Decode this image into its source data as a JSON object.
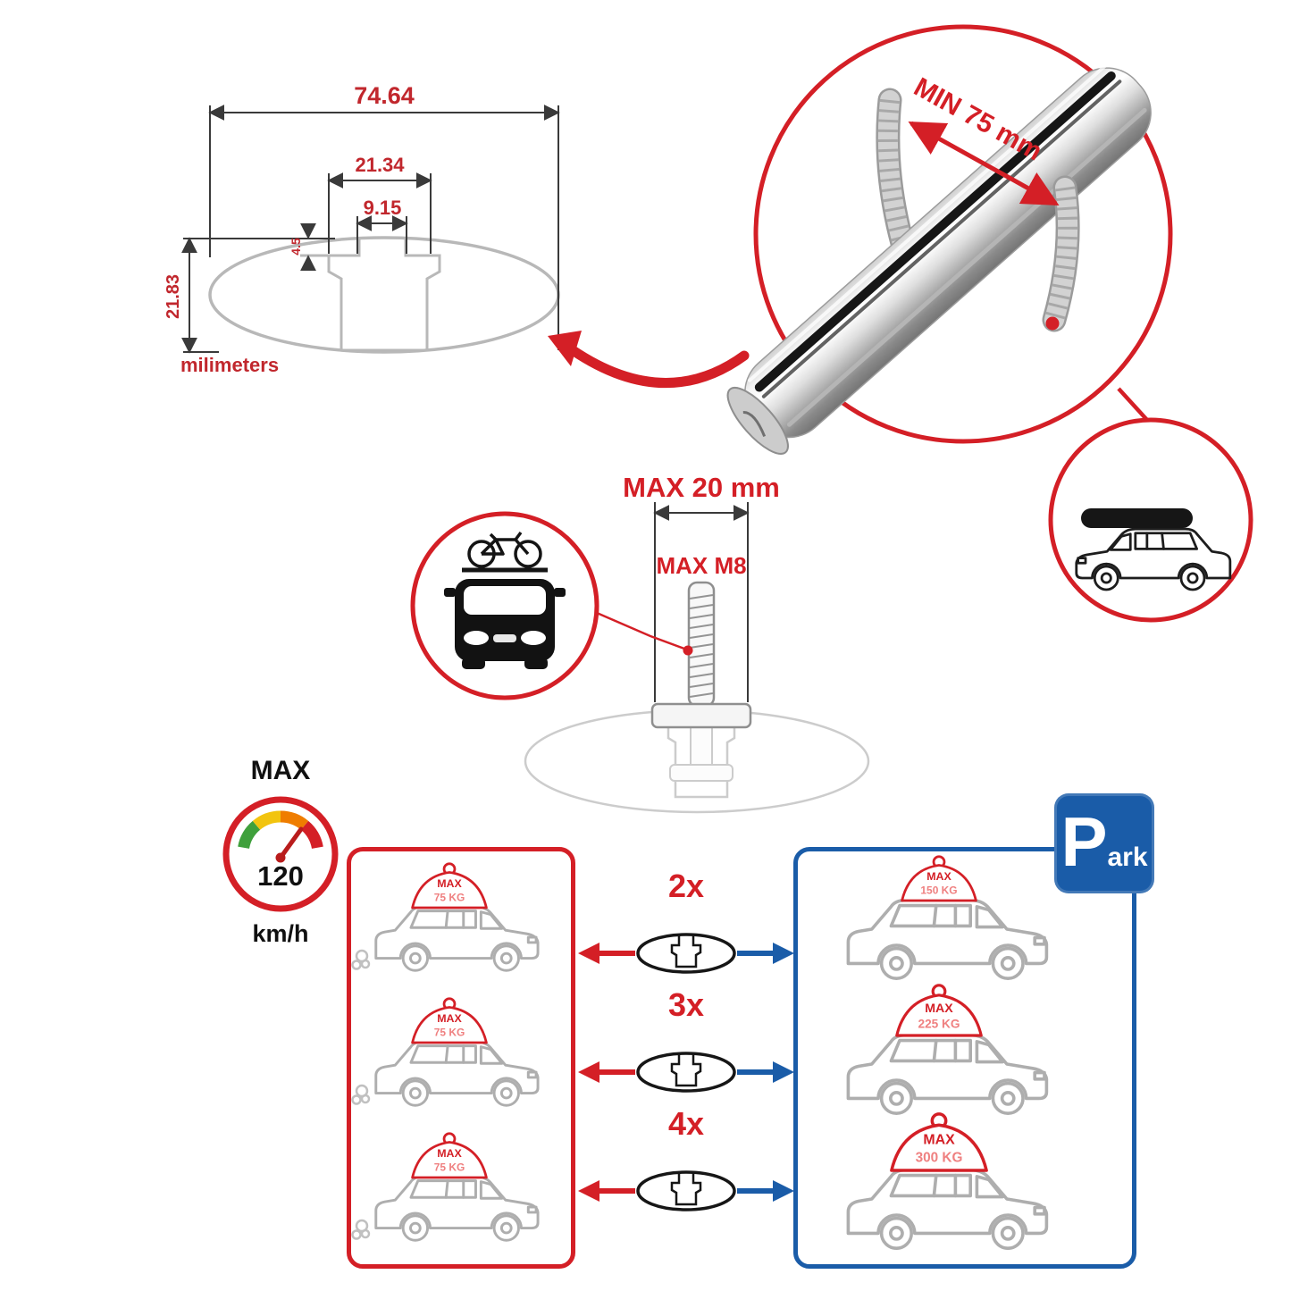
{
  "cross_section": {
    "dim_outer_width": "74.64",
    "dim_mid_width": "21.34",
    "dim_slot_width": "9.15",
    "dim_slot_depth": "4.5",
    "dim_height": "21.83",
    "unit_label": "milimeters"
  },
  "bar_detail": {
    "min_clamp_label": "MIN 75 mm"
  },
  "mount": {
    "max_width_label": "MAX 20 mm",
    "max_thread_label": "MAX M8"
  },
  "speed_limit": {
    "title": "MAX",
    "value": "120",
    "unit": "km/h"
  },
  "driving_loads": [
    {
      "max_label": "MAX",
      "weight": "75 KG"
    },
    {
      "max_label": "MAX",
      "weight": "75 KG"
    },
    {
      "max_label": "MAX",
      "weight": "75 KG"
    }
  ],
  "bar_counts": [
    "2x",
    "3x",
    "4x"
  ],
  "parked_loads": [
    {
      "max_label": "MAX",
      "weight": "150 KG"
    },
    {
      "max_label": "MAX",
      "weight": "225 KG"
    },
    {
      "max_label": "MAX",
      "weight": "300 KG"
    }
  ],
  "park_sign": {
    "big": "P",
    "small": "ark"
  },
  "colors": {
    "accent_red": "#d41f26",
    "accent_blue": "#1a5ca8",
    "dim_text": "#c1272d",
    "ghost_gray": "#b8b8b8"
  }
}
